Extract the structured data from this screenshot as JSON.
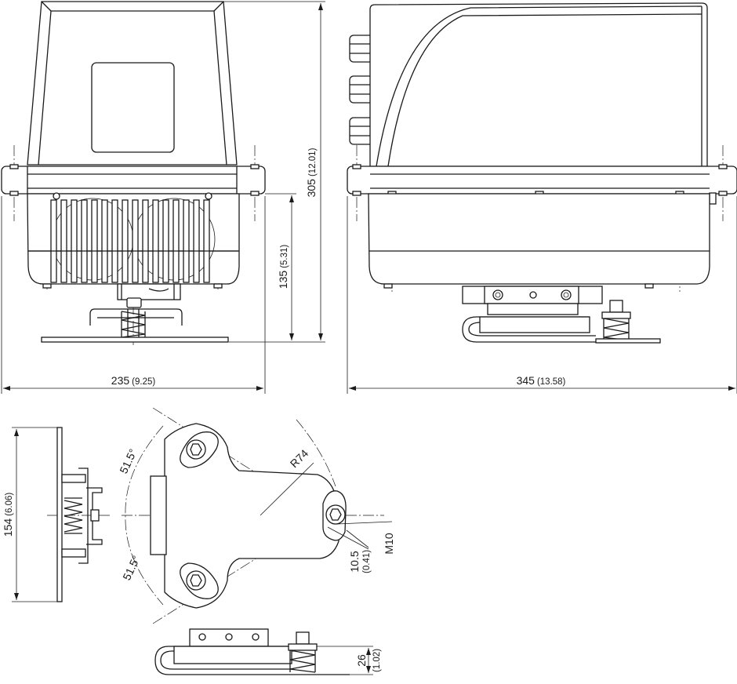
{
  "dimensions": {
    "front_width": {
      "value": "235",
      "secondary": "(9.25)"
    },
    "total_height": {
      "value": "305",
      "secondary": "(12.01)"
    },
    "lower_height": {
      "value": "135",
      "secondary": "(5.31)"
    },
    "side_width": {
      "value": "345",
      "secondary": "(13.58)"
    },
    "bracket_height": {
      "value": "154",
      "secondary": "(6.06)"
    },
    "radius": {
      "value": "R74"
    },
    "angle_upper": {
      "value": "51.5°"
    },
    "angle_lower": {
      "value": "51.5°"
    },
    "slot_width": {
      "value": "10.5",
      "secondary": "(0.41)"
    },
    "thread": {
      "value": "M10"
    },
    "bottom_height": {
      "value": "26",
      "secondary": "(1.02)"
    }
  }
}
